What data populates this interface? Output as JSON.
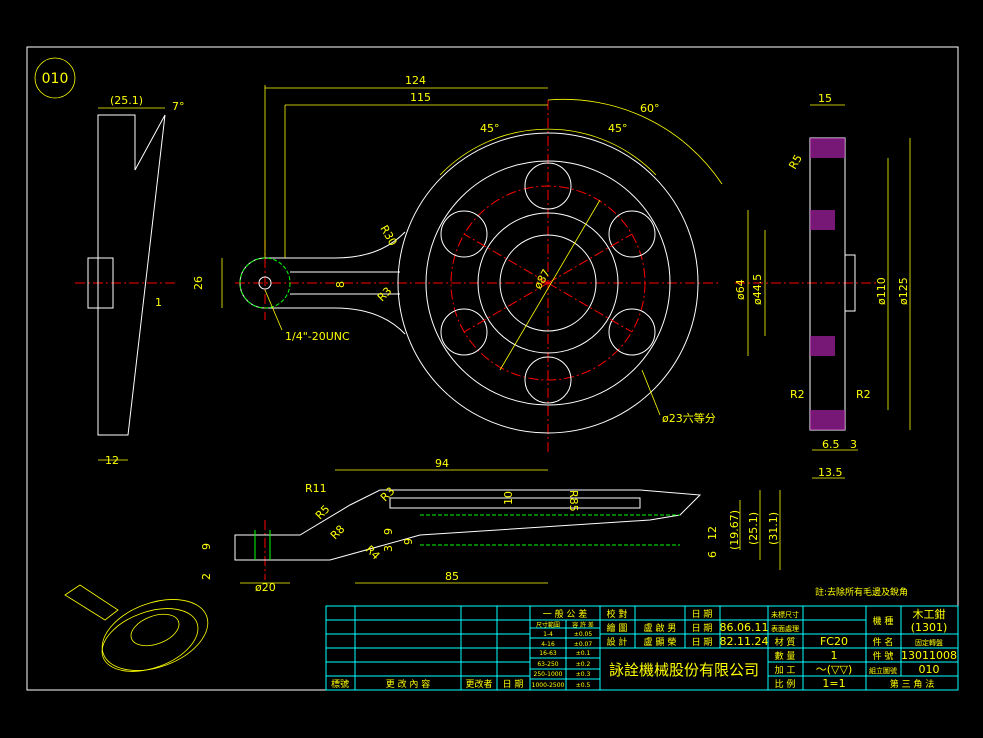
{
  "drawing_number_badge": "010",
  "colors": {
    "outline": "#ffffff",
    "dimension": "#ffff00",
    "centerline": "#ff0000",
    "hidden": "#00ff00",
    "table": "#00ffff",
    "hatch": "#ff00ff"
  },
  "front_view": {
    "dims": {
      "overall": "124",
      "to_center": "115",
      "angle_60": "60°",
      "angle_45a": "45°",
      "angle_45b": "45°",
      "r30": "R30",
      "r3": "R3",
      "pcd": "ø87",
      "height": "26",
      "arm": "8",
      "thread": "1/4\"-20UNC",
      "holes": "ø23六等分"
    }
  },
  "left_view": {
    "dims": {
      "top": "(25.1)",
      "angle": "7°",
      "bottom": "12",
      "gap": "1"
    }
  },
  "right_view": {
    "dims": {
      "top": "15",
      "r5": "R5",
      "d64": "ø64",
      "d44": "ø44.5",
      "d110": "ø110",
      "d125": "ø125",
      "r2a": "R2",
      "r2b": "R2",
      "w65": "6.5",
      "w3": "3",
      "w135": "13.5"
    }
  },
  "bottom_view": {
    "dims": {
      "len94": "94",
      "r11": "R11",
      "r3": "R3",
      "r85": "R85",
      "h10": "10",
      "r5": "R5",
      "r8": "R8",
      "r4": "R4",
      "h9a": "9",
      "h9b": "9",
      "h3": "3",
      "h9c": "9",
      "h2": "2",
      "h12": "12",
      "h6": "6",
      "d1967": "(19.67)",
      "d251": "(25.1)",
      "d311": "(31.1)",
      "d20": "ø20",
      "len85": "85"
    }
  },
  "note": "註:去除所有毛邊及銳角",
  "title_block": {
    "rev_headers": {
      "mark": "標號",
      "content": "更 改 內 容",
      "changer": "更改者",
      "date": "日 期"
    },
    "tolerance": {
      "title": "一 般 公 差",
      "col1": "尺寸範圍",
      "col2": "容 許 差",
      "rows": [
        [
          "1-4",
          "±0.05"
        ],
        [
          "4-16",
          "±0.07"
        ],
        [
          "16-63",
          "±0.1"
        ],
        [
          "63-250",
          "±0.2"
        ],
        [
          "250-1000",
          "±0.3"
        ],
        [
          "1000-2500",
          "±0.5"
        ]
      ]
    },
    "check": "校 對",
    "drawn": "繪 圖",
    "drawn_by": "盧 啟 男",
    "designed": "設 計",
    "designed_by": "盧 顯 榮",
    "date_label": "日 期",
    "date1": "86.06.11",
    "date2": "82.11.24",
    "company": "詠詮機械股份有限公司",
    "labels": {
      "unmarked": "未標尺寸",
      "surface": "表面處理",
      "material": "材 質",
      "qty": "數 量",
      "process": "加 工",
      "scale": "比 例",
      "machine": "機 種",
      "part_name": "件 名",
      "part_no": "件 號",
      "assy_no": "組立圖號"
    },
    "material": "FC20",
    "qty": "1",
    "process": "～(▽▽)",
    "scale": "1=1",
    "machine": "木工鉗",
    "machine_sub": "(1301)",
    "part_name": "固定轉盤",
    "part_no": "13011008",
    "assy_no": "010",
    "projection": "第 三 角 法"
  }
}
